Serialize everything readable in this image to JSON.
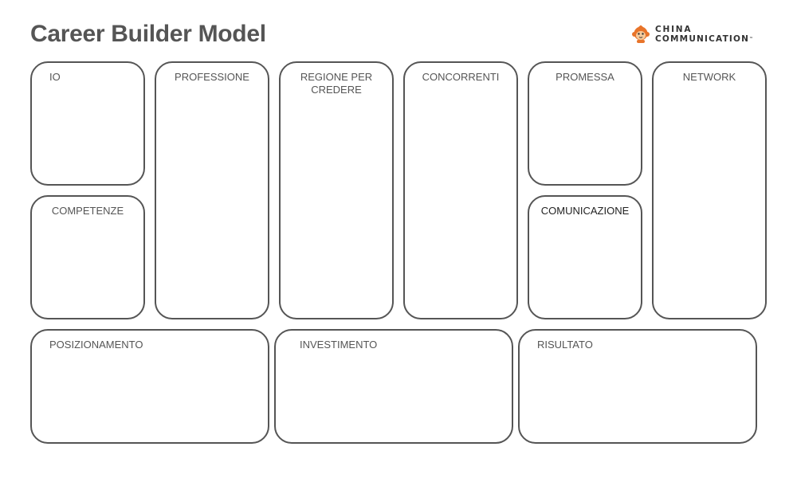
{
  "title": "Career Builder Model",
  "logo": {
    "line1": "CHINA",
    "line2": "COMMUNICATION",
    "tm": "™",
    "icon": "monkey-mascot-icon",
    "colors": {
      "fur": "#e8742a",
      "face": "#f6c99a"
    }
  },
  "blocks": {
    "io": "IO",
    "competenze": "COMPETENZE",
    "professione": "PROFESSIONE",
    "regione": "REGIONE PER\nCREDERE",
    "concorrenti": "CONCORRENTI",
    "promessa": "PROMESSA",
    "comunicazione": "COMUNICAZIONE",
    "network": "NETWORK",
    "posizionamento": "POSIZIONAMENTO",
    "investimento": "INVESTIMENTO",
    "risultato": "RISULTATO"
  },
  "colors": {
    "border": "#555555",
    "text": "#555555",
    "background": "#ffffff"
  }
}
